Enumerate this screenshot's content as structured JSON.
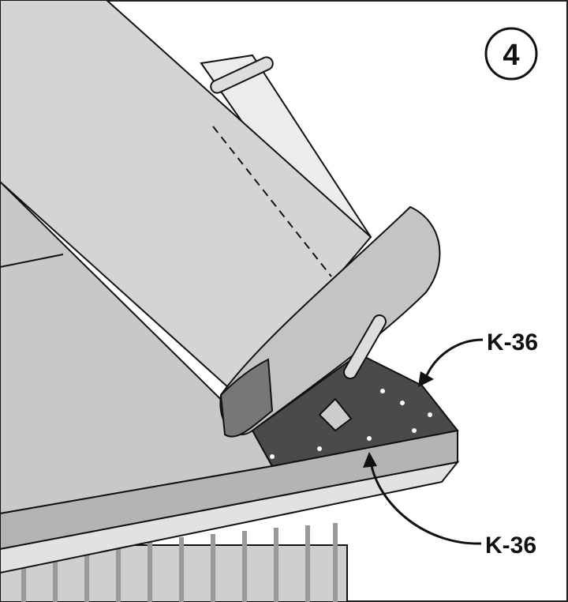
{
  "step": {
    "number": "4"
  },
  "labels": {
    "upper": "K-36",
    "lower": "K-36"
  },
  "colors": {
    "sheet": "#d4d4d4",
    "roof": "#c8c8c8",
    "flashing": "#4a4a4a",
    "fascia": "#b4b4b4",
    "outline": "#111111"
  }
}
